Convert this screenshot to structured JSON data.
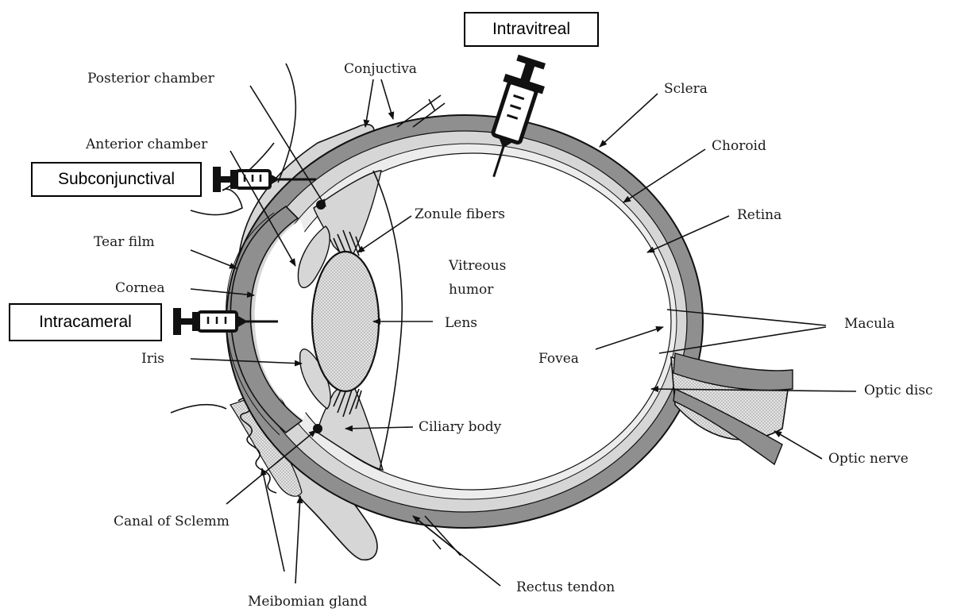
{
  "route_boxes": {
    "intravitreal": "Intravitreal",
    "subconjunctival": "Subconjunctival",
    "intracameral": "Intracameral"
  },
  "labels": {
    "posterior_chamber": "Posterior chamber",
    "conjuctiva": "Conjuctiva",
    "anterior_chamber": "Anterior chamber",
    "sclera": "Sclera",
    "choroid": "Choroid",
    "zonule_fibers": "Zonule fibers",
    "retina": "Retina",
    "tear_film": "Tear film",
    "vitreous_line1": "Vitreous",
    "vitreous_line2": "humor",
    "cornea": "Cornea",
    "lens": "Lens",
    "macula": "Macula",
    "iris": "Iris",
    "fovea": "Fovea",
    "optic_disc": "Optic disc",
    "ciliary_body": "Ciliary body",
    "optic_nerve": "Optic nerve",
    "canal_of_sclemm": "Canal of Sclemm",
    "rectus_tendon": "Rectus tendon",
    "meibomian_gland": "Meibomian gland"
  },
  "colors": {
    "sclera": "#8f8f8f",
    "choroid": "#d6d6d6",
    "retina": "#ececec",
    "lens": "#c9c9c9",
    "outline": "#111111"
  }
}
